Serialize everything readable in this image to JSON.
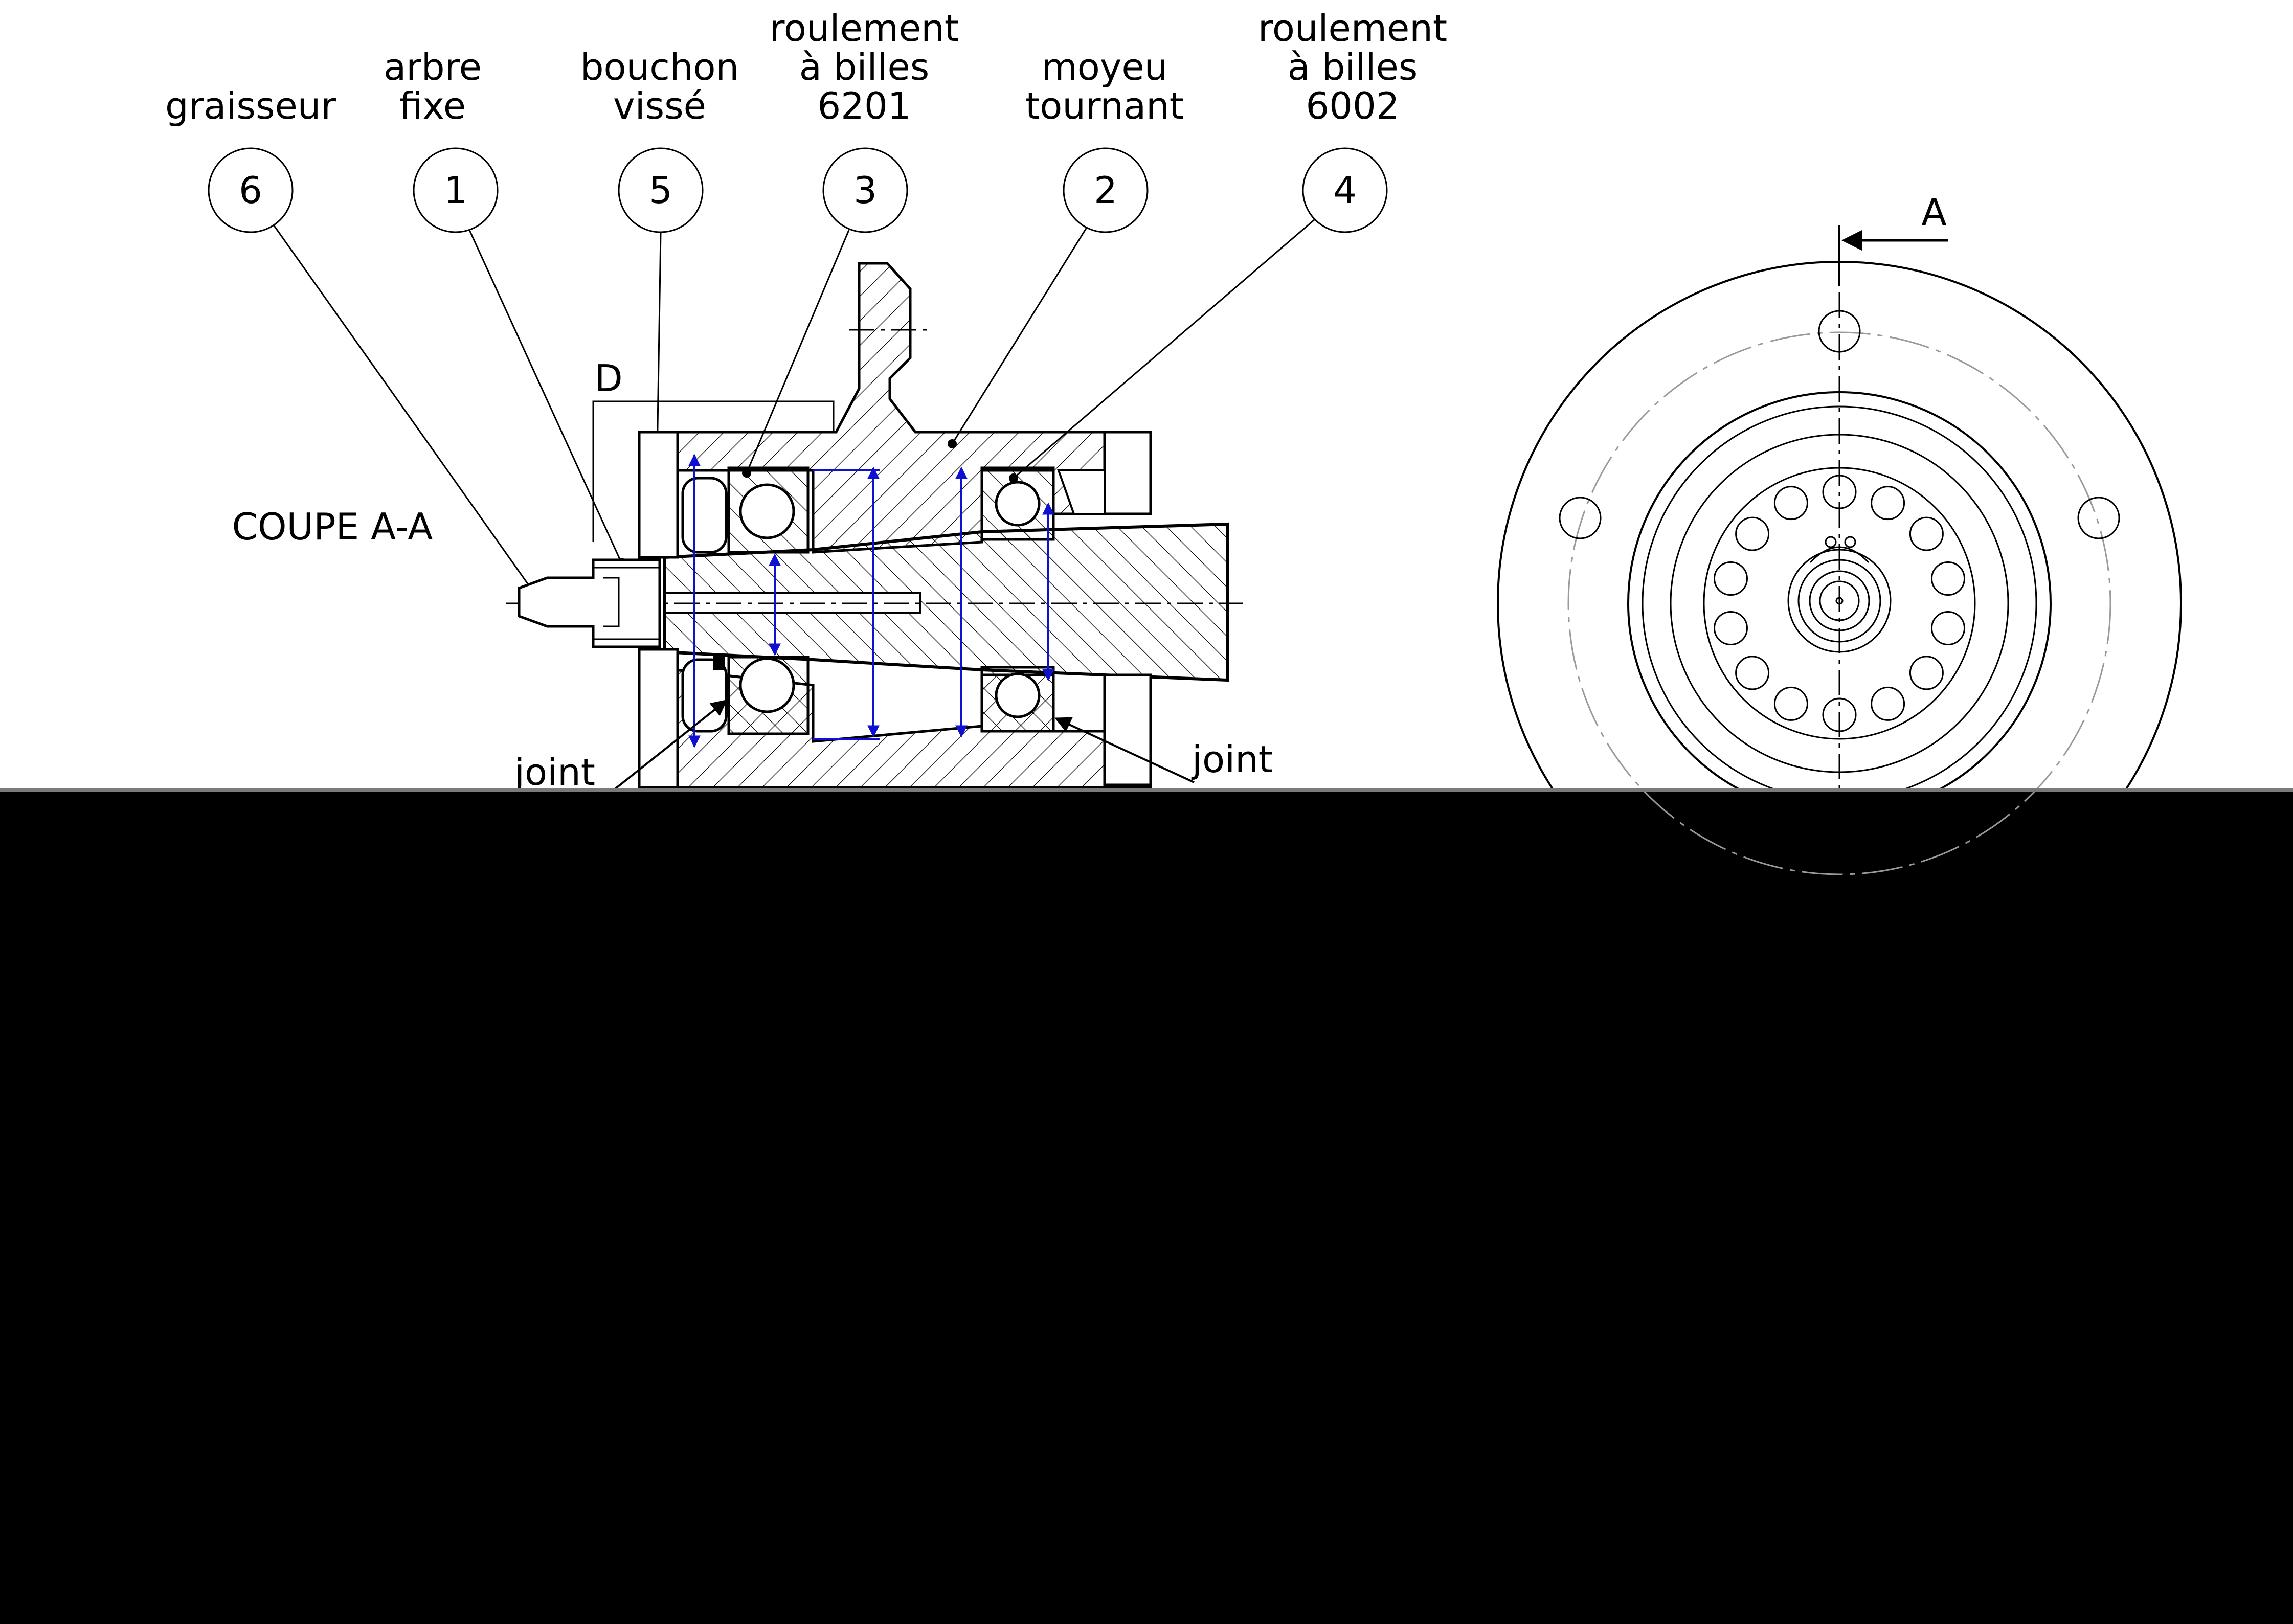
{
  "drawing": {
    "section_title": "COUPE A-A",
    "detail_label": "D",
    "section_arrow_label": "A",
    "callouts": [
      {
        "number": "6",
        "lines": [
          "graisseur"
        ]
      },
      {
        "number": "1",
        "lines": [
          "arbre",
          "fixe"
        ]
      },
      {
        "number": "5",
        "lines": [
          "bouchon",
          "vissé"
        ]
      },
      {
        "number": "3",
        "lines": [
          "roulement",
          "à billes",
          "6201"
        ]
      },
      {
        "number": "2",
        "lines": [
          "moyeu",
          "tournant"
        ]
      },
      {
        "number": "4",
        "lines": [
          "roulement",
          "à billes",
          "6002"
        ]
      }
    ],
    "joint_left": "joint",
    "joint_right": "joint"
  },
  "colors": {
    "paper": "#ffffff",
    "line": "#000000",
    "dimension": "#1010d0",
    "masked_area": "#000000"
  }
}
